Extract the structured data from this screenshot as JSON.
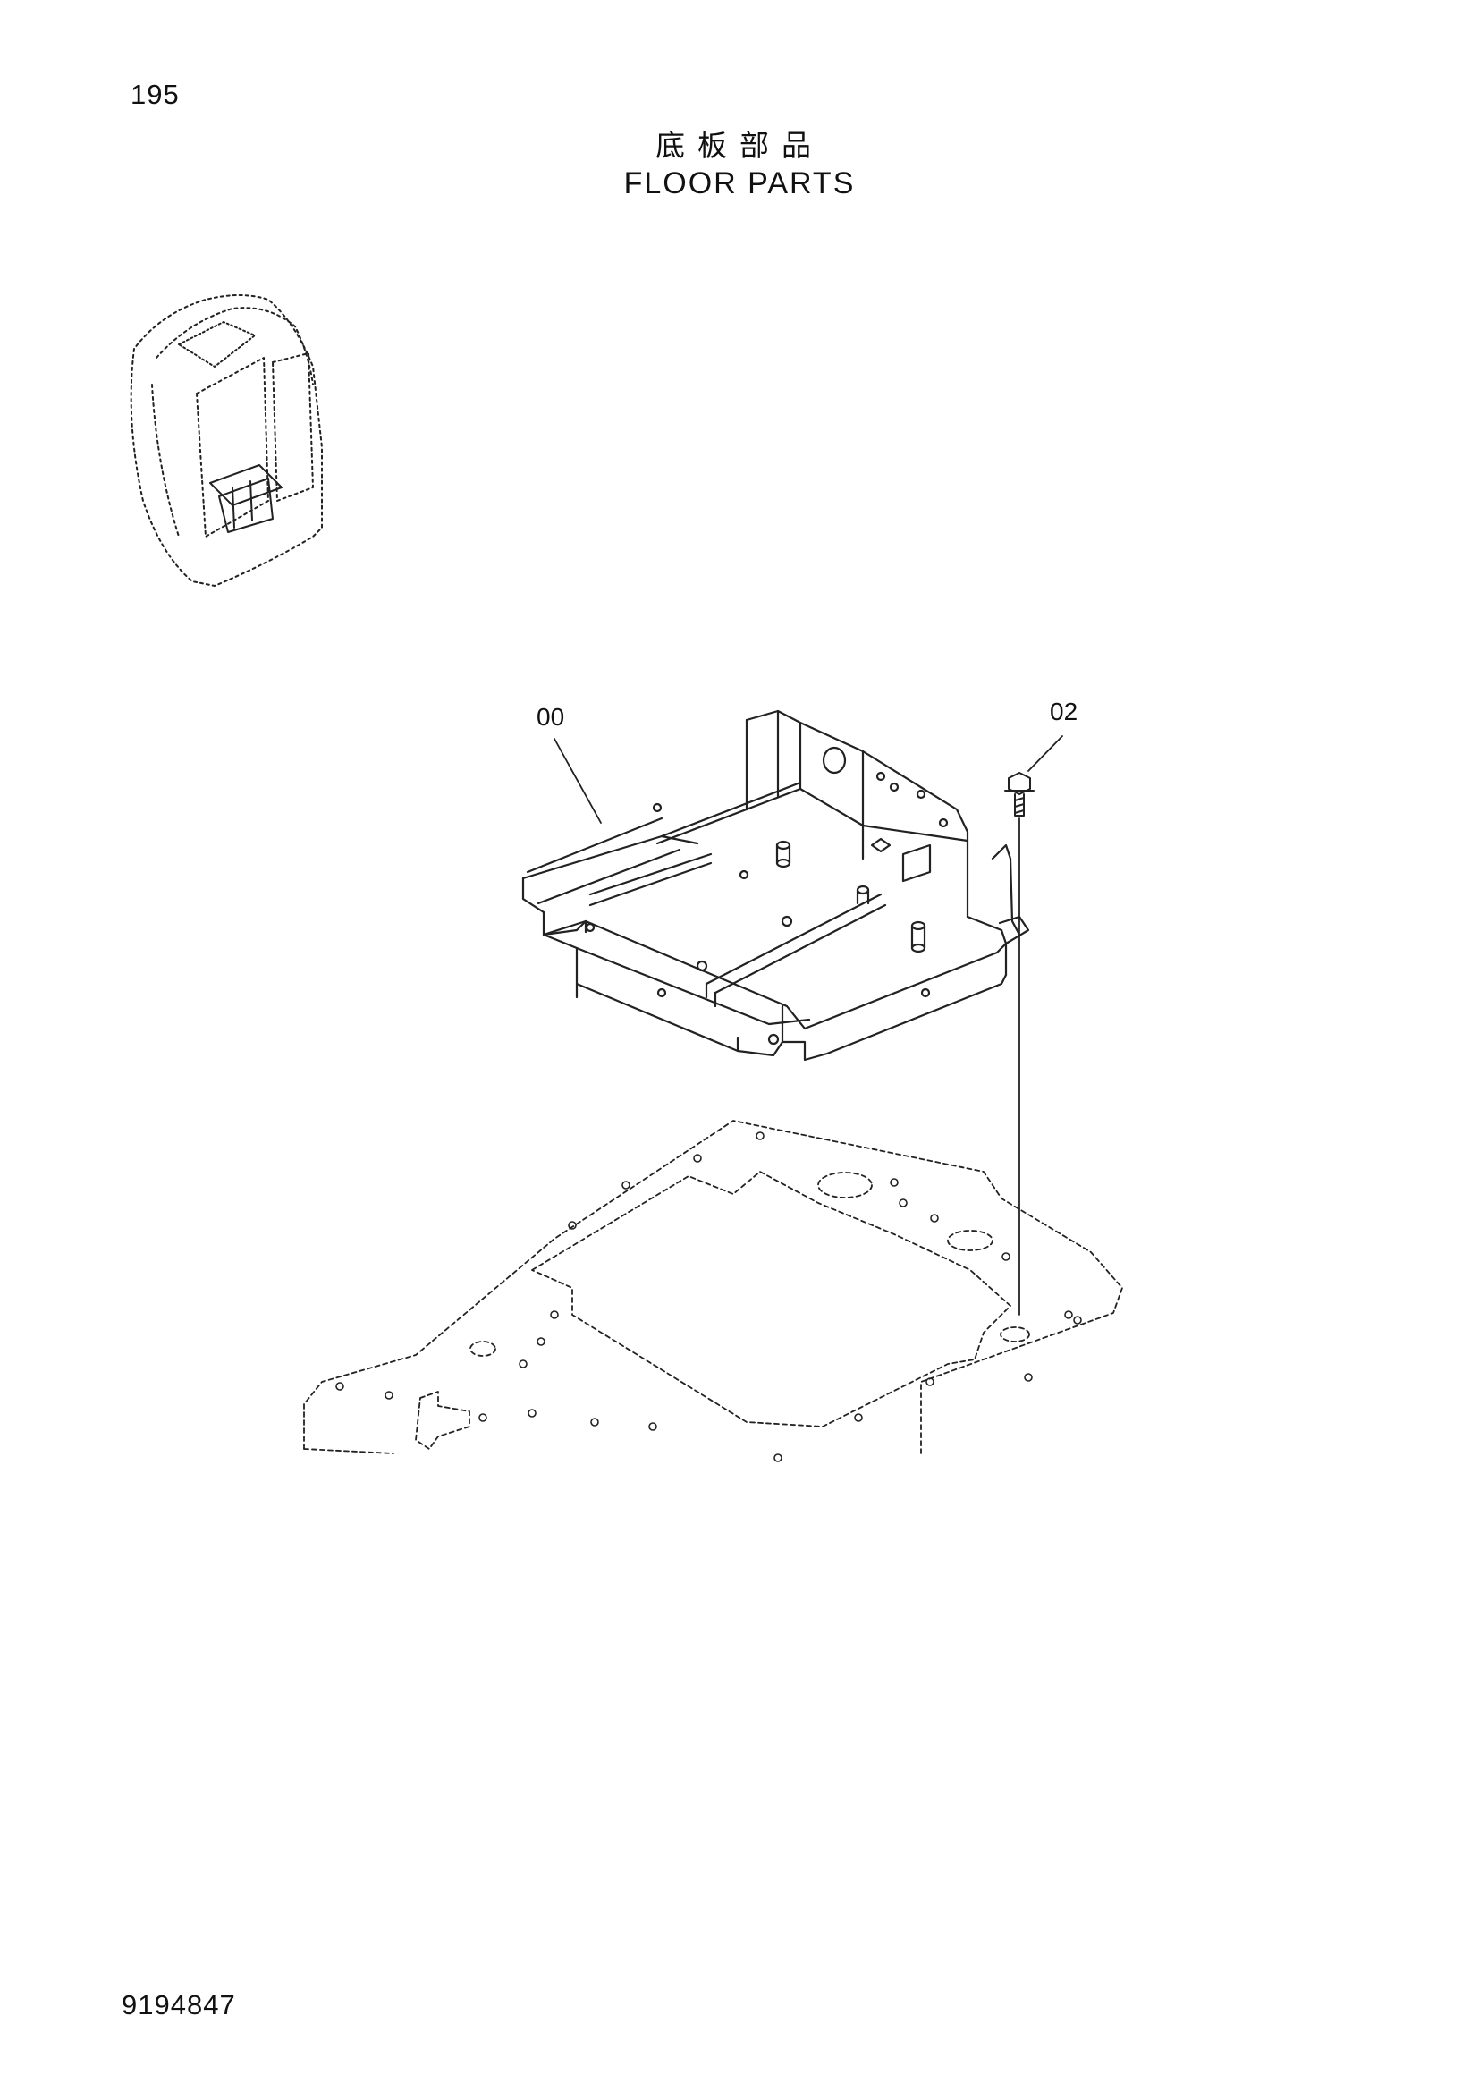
{
  "header": {
    "page_number": "195",
    "title_japanese": "底板部品",
    "title_english": "FLOOR PARTS"
  },
  "callouts": [
    {
      "id": "00"
    },
    {
      "id": "02"
    }
  ],
  "footer": {
    "drawing_number": "9194847"
  }
}
